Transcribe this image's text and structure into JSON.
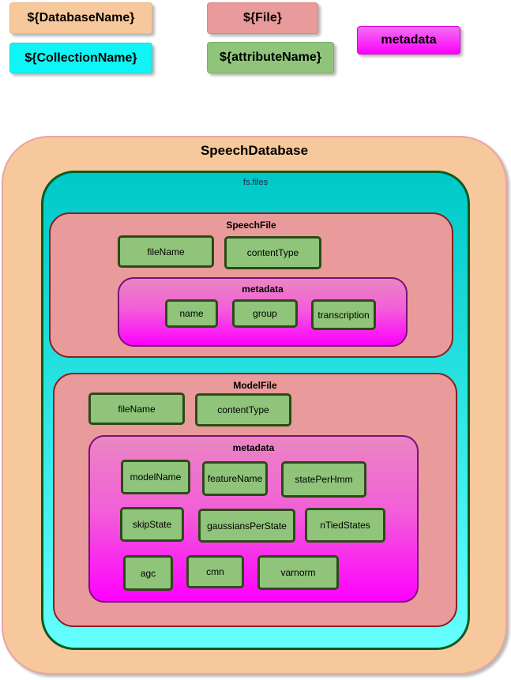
{
  "legend": {
    "database": "${DatabaseName}",
    "collection": "${CollectionName}",
    "file": "${File}",
    "attribute": "${attributeName}",
    "metadata": "metadata"
  },
  "database": {
    "name": "SpeechDatabase",
    "collection": {
      "name": "fs.files",
      "speech_file": {
        "name": "SpeechFile",
        "attributes": [
          "fileName",
          "contentType"
        ],
        "metadata": {
          "name": "metadata",
          "attributes": [
            "name",
            "group",
            "transcription"
          ]
        }
      },
      "model_file": {
        "name": "ModelFile",
        "attributes": [
          "fileName",
          "contentType"
        ],
        "metadata": {
          "name": "metadata",
          "attributes": [
            "modelName",
            "featureName",
            "statePerHmm",
            "skipState",
            "gaussiansPerState",
            "nTiedStates",
            "agc",
            "cmn",
            "varnorm"
          ]
        }
      }
    }
  },
  "colors": {
    "database": "#f7c89b",
    "collection": "#00d0d0",
    "file": "#e99a9a",
    "attribute": "#8fc47a",
    "metadata": "#ff00ff"
  }
}
